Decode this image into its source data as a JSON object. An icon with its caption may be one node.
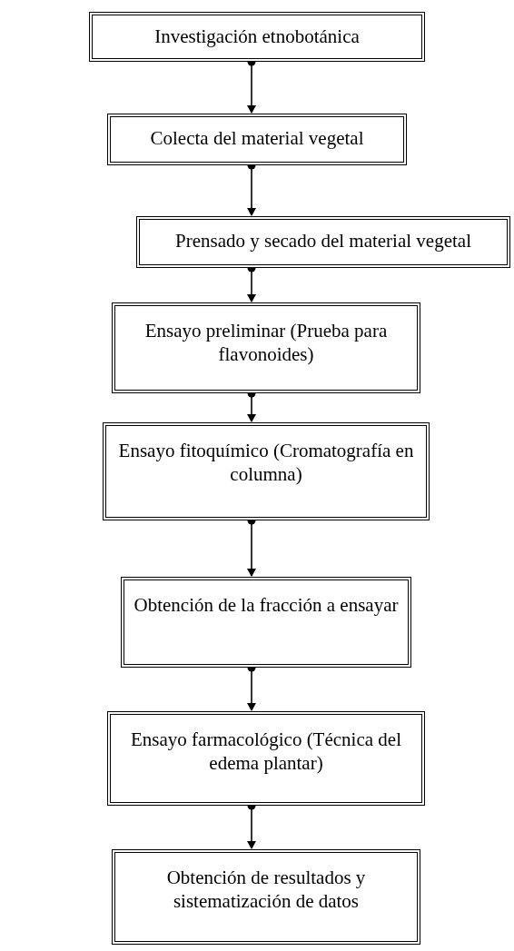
{
  "diagram": {
    "nodes": [
      {
        "text": [
          "Investigación etnobotánica"
        ]
      },
      {
        "text": [
          "Colecta del material vegetal"
        ]
      },
      {
        "text": [
          "Prensado y secado del material vegetal"
        ]
      },
      {
        "text": [
          "Ensayo preliminar (Prueba para flavonoides)"
        ]
      },
      {
        "text": [
          "Ensayo fitoquímico (Cromatografía en columna)"
        ]
      },
      {
        "text": [
          "Obtención de la fracción a ensayar"
        ]
      },
      {
        "text": [
          "Ensayo farmacológico (Técnica del edema plantar)"
        ]
      },
      {
        "text": [
          "Obtención de resultados y sistematización de datos"
        ]
      }
    ],
    "edges": [
      {
        "from": 0,
        "to": 1,
        "arrow": "to"
      },
      {
        "from": 1,
        "to": 2,
        "arrow": "to"
      },
      {
        "from": 2,
        "to": 3,
        "arrow": "to"
      },
      {
        "from": 3,
        "to": 4,
        "arrow": "to"
      },
      {
        "from": 4,
        "to": 5,
        "arrow": "to"
      },
      {
        "from": 5,
        "to": 6,
        "arrow": "to"
      },
      {
        "from": 6,
        "to": 7,
        "arrow": "to"
      }
    ]
  }
}
